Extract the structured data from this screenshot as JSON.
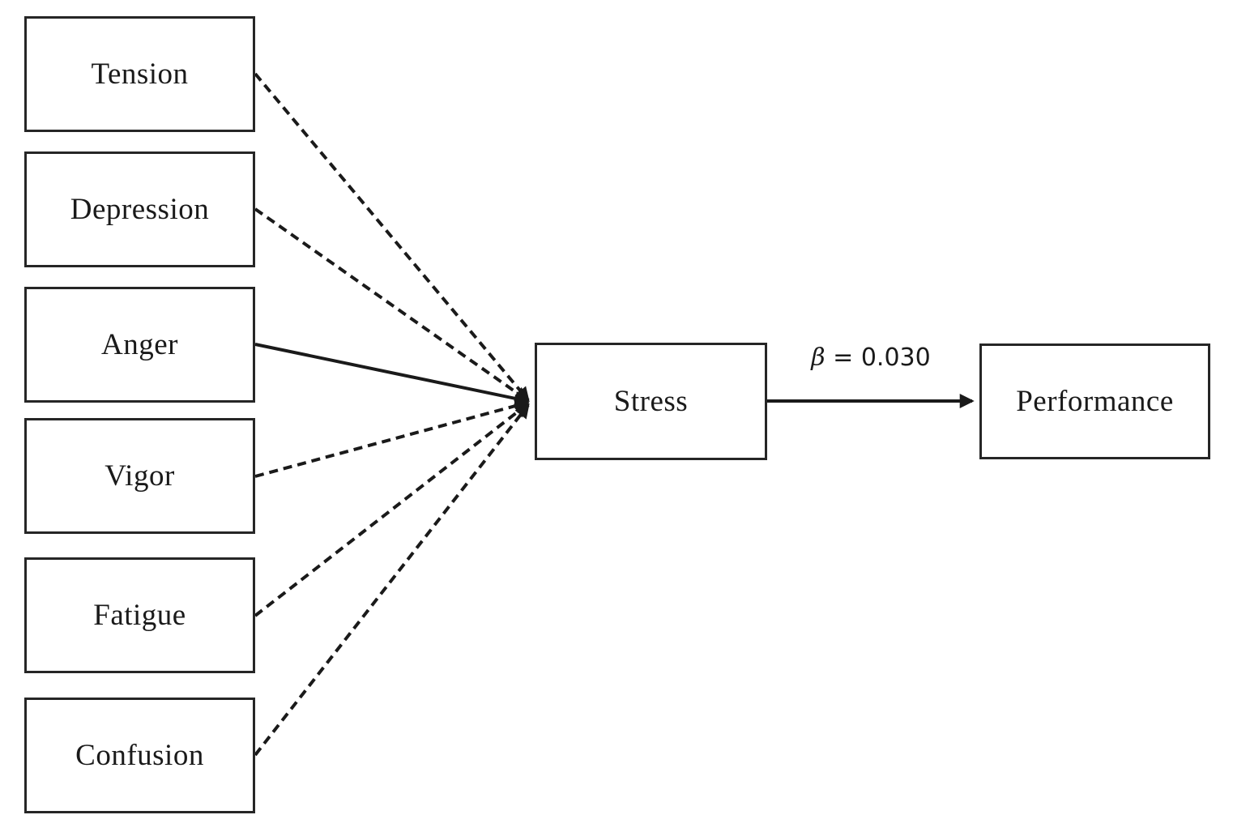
{
  "diagram": {
    "type": "path-model",
    "predictors": [
      {
        "label": "Tension",
        "edge_style": "dashed"
      },
      {
        "label": "Depression",
        "edge_style": "dashed"
      },
      {
        "label": "Anger",
        "edge_style": "solid"
      },
      {
        "label": "Vigor",
        "edge_style": "dashed"
      },
      {
        "label": "Fatigue",
        "edge_style": "dashed"
      },
      {
        "label": "Confusion",
        "edge_style": "dashed"
      }
    ],
    "mediator": {
      "label": "Stress"
    },
    "outcome": {
      "label": "Performance"
    },
    "path_coefficient": {
      "symbol": "β",
      "text": "= 0.030",
      "value": 0.03,
      "from": "Stress",
      "to": "Performance"
    },
    "edges": [
      {
        "from": "Tension",
        "to": "Stress",
        "style": "dashed"
      },
      {
        "from": "Depression",
        "to": "Stress",
        "style": "dashed"
      },
      {
        "from": "Anger",
        "to": "Stress",
        "style": "solid"
      },
      {
        "from": "Vigor",
        "to": "Stress",
        "style": "dashed"
      },
      {
        "from": "Fatigue",
        "to": "Stress",
        "style": "dashed"
      },
      {
        "from": "Confusion",
        "to": "Stress",
        "style": "dashed"
      },
      {
        "from": "Stress",
        "to": "Performance",
        "style": "solid",
        "label": "β = 0.030"
      }
    ],
    "colors": {
      "line": "#1a1a1a",
      "border": "#262626",
      "text": "#1a1a1a",
      "background": "#ffffff"
    }
  }
}
